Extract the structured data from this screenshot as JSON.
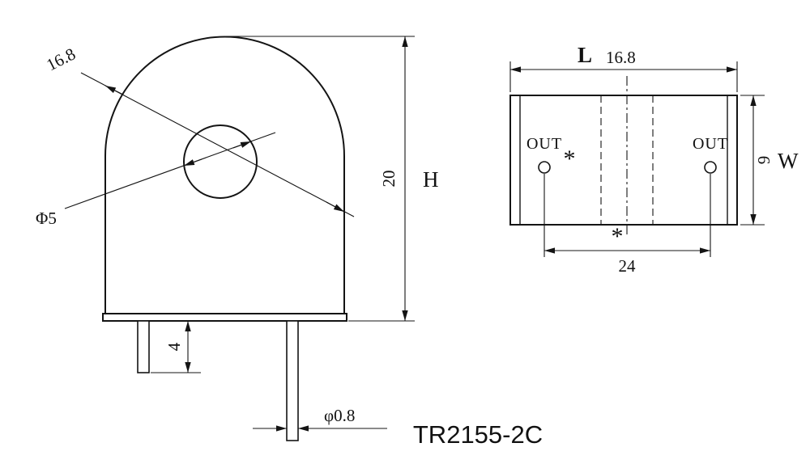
{
  "title": "TR2155-2C",
  "front_view": {
    "dim_width_diag": "16.8",
    "dim_hole_dia": "Φ5",
    "dim_height": "20",
    "height_letter": "H",
    "dim_pin_length": "4",
    "dim_pin_dia": "φ0.8"
  },
  "side_view": {
    "length_letter": "L",
    "dim_length": "16.8",
    "dim_width": "9",
    "width_letter": "W",
    "dim_pin_pitch": "24",
    "pin_left_label": "OUT",
    "pin_right_label": "OUT",
    "polarity_mark_top": "*",
    "polarity_mark_bottom": "*"
  }
}
